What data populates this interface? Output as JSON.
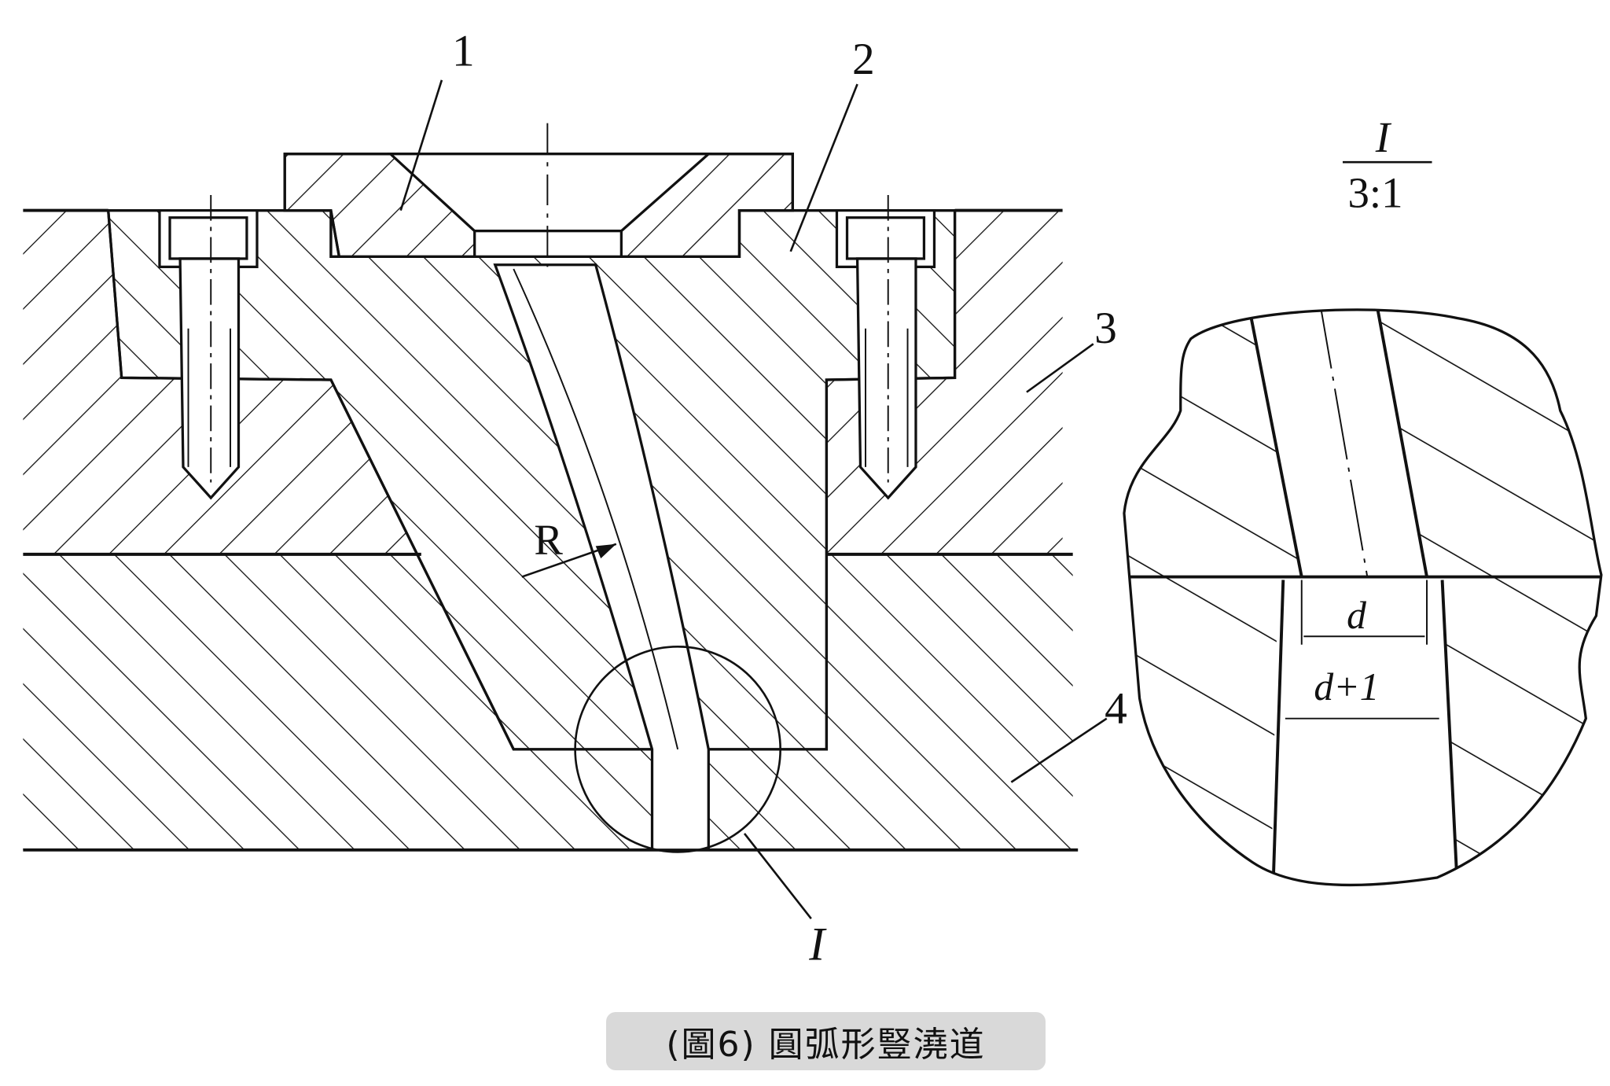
{
  "labels": {
    "part1": "1",
    "part2": "2",
    "part3": "3",
    "part4": "4",
    "radius": "R",
    "detail_marker": "I"
  },
  "detail": {
    "title": "I",
    "scale": "3:1",
    "dim_inner": "d",
    "dim_outer": "d+1"
  },
  "caption": "(圖6) 圓弧形豎澆道"
}
